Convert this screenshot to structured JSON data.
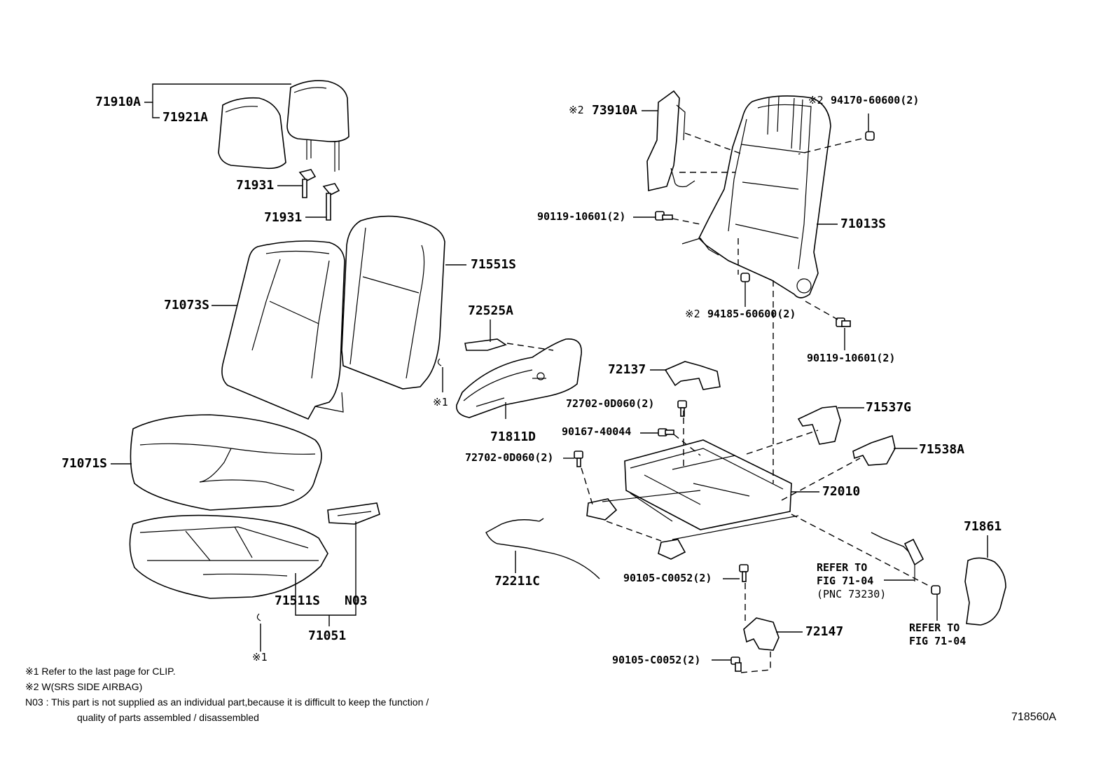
{
  "parts": {
    "p71910A": "71910A",
    "p71921A": "71921A",
    "p71931a": "71931",
    "p71931b": "71931",
    "p71073S": "71073S",
    "p71551S": "71551S",
    "p71071S": "71071S",
    "p71511S": "71511S",
    "pN03": "N03",
    "p71051": "71051",
    "p72525A": "72525A",
    "p71811D": "71811D",
    "p72211C": "72211C",
    "p73910A": "73910A",
    "p94170": "94170-60600(2)",
    "p90119a": "90119-10601(2)",
    "p71013S": "71013S",
    "p94185": "94185-60600(2)",
    "p90119b": "90119-10601(2)",
    "p72137": "72137",
    "p72702a": "72702-0D060(2)",
    "p90167": "90167-40044",
    "p72702b": "72702-0D060(2)",
    "p71537G": "71537G",
    "p71538A": "71538A",
    "p72010": "72010",
    "p71861": "71861",
    "p90105a": "90105-C0052(2)",
    "p72147": "72147",
    "p90105b": "90105-C0052(2)"
  },
  "marks": {
    "m1a": "※1",
    "m1b": "※1",
    "m2a": "※2",
    "m2b": "※2",
    "m2c": "※2"
  },
  "refs": {
    "r1_line1": "REFER TO",
    "r1_line2": "FIG 71-04",
    "r1_line3": "(PNC 73230)",
    "r2_line1": "REFER TO",
    "r2_line2": "FIG 71-04"
  },
  "notes": {
    "n1": "※1 Refer to the last page for CLIP.",
    "n2": "※2 W(SRS SIDE AIRBAG)",
    "n3a": "N03 : This part is not supplied as an individual part,because it is difficult to keep the function /",
    "n3b": "quality of parts assembled / disassembled"
  },
  "figure_id": "718560A"
}
